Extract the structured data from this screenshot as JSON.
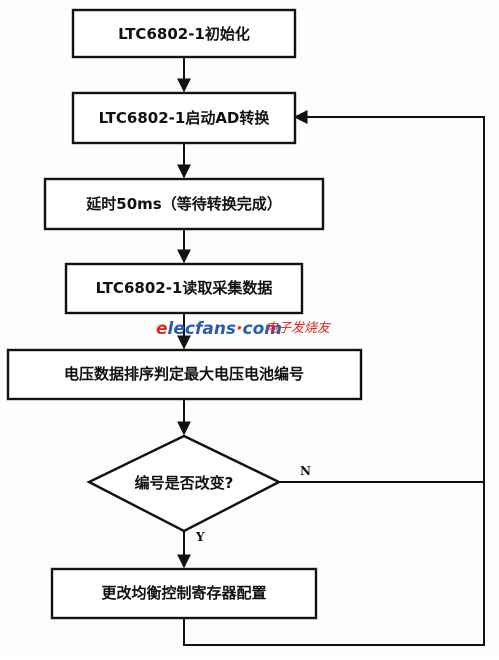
{
  "colors": {
    "stroke": "#111111",
    "watermark_red": "#e0251b",
    "watermark_blue": "#2a5db0"
  },
  "flowchart": {
    "nodes": [
      {
        "id": "init",
        "shape": "process",
        "label": "LTC6802-1初始化"
      },
      {
        "id": "start_ad",
        "shape": "process",
        "label": "LTC6802-1启动AD转换"
      },
      {
        "id": "delay",
        "shape": "process",
        "label": "延时50ms（等待转换完成）"
      },
      {
        "id": "read",
        "shape": "process",
        "label": "LTC6802-1读取采集数据"
      },
      {
        "id": "sort",
        "shape": "process",
        "label": "电压数据排序判定最大电压电池编号"
      },
      {
        "id": "decision",
        "shape": "decision",
        "label": "编号是否改变?"
      },
      {
        "id": "config",
        "shape": "process",
        "label": "更改均衡控制寄存器配置"
      }
    ],
    "edges": [
      {
        "from": "init",
        "to": "start_ad",
        "label": ""
      },
      {
        "from": "start_ad",
        "to": "delay",
        "label": ""
      },
      {
        "from": "delay",
        "to": "read",
        "label": ""
      },
      {
        "from": "read",
        "to": "sort",
        "label": ""
      },
      {
        "from": "sort",
        "to": "decision",
        "label": ""
      },
      {
        "from": "decision",
        "to": "start_ad",
        "label": "N"
      },
      {
        "from": "decision",
        "to": "config",
        "label": "Y"
      },
      {
        "from": "config",
        "to": "start_ad",
        "label": ""
      }
    ]
  },
  "watermark": {
    "brand_prefix": "e",
    "brand_main": "lecfans",
    "brand_dot": "·",
    "brand_suffix": "com",
    "subtitle": "电子发烧友"
  }
}
